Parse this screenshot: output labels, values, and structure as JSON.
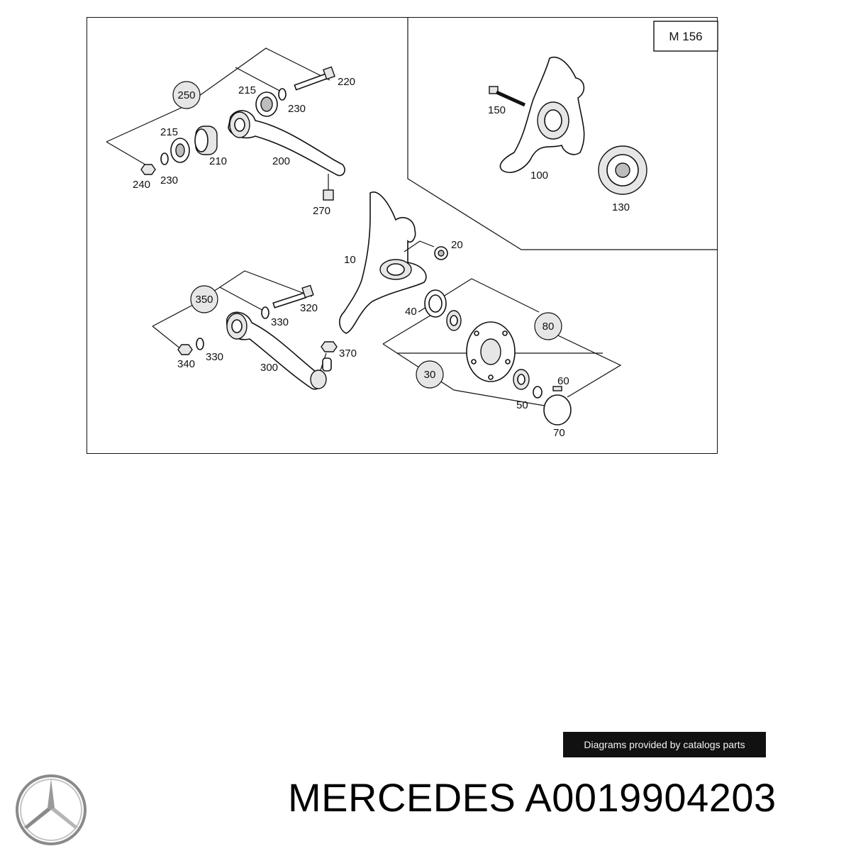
{
  "diagram": {
    "variant_label": "M 156",
    "callouts": {
      "c250": "250",
      "c220": "220",
      "c215a": "215",
      "c230a": "230",
      "c215b": "215",
      "c210": "210",
      "c200": "200",
      "c240": "240",
      "c230b": "230",
      "c270": "270",
      "c150": "150",
      "c100": "100",
      "c130": "130",
      "c10": "10",
      "c20": "20",
      "c350": "350",
      "c320": "320",
      "c330a": "330",
      "c340": "340",
      "c330b": "330",
      "c300": "300",
      "c370": "370",
      "c40": "40",
      "c80": "80",
      "c30": "30",
      "c60": "60",
      "c50": "50",
      "c70": "70"
    }
  },
  "watermark": "Diagrams provided by catalogs parts",
  "brand": {
    "logo_icon": "mercedes-star-icon",
    "title": "MERCEDES A0019904203"
  }
}
